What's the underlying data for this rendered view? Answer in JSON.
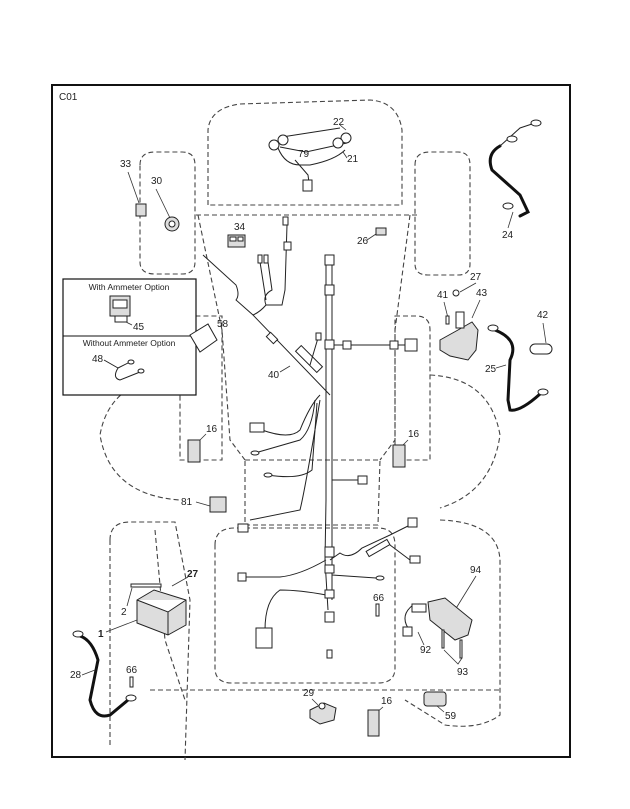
{
  "diagram": {
    "sheet_id": "C01",
    "option_box": {
      "with_ammeter_title": "With Ammeter Option",
      "with_ammeter_part": "45",
      "without_ammeter_title": "Without Ammeter Option",
      "without_ammeter_part": "48"
    },
    "callouts": [
      {
        "id": "22",
        "part": "headlight-bulb"
      },
      {
        "id": "79",
        "part": "headlight-harness"
      },
      {
        "id": "21",
        "part": "headlight-socket"
      },
      {
        "id": "33",
        "part": "connector"
      },
      {
        "id": "30",
        "part": "ignition-switch"
      },
      {
        "id": "34",
        "part": "switch"
      },
      {
        "id": "26",
        "part": "clip"
      },
      {
        "id": "24",
        "part": "cable-lead"
      },
      {
        "id": "27",
        "part": "nut"
      },
      {
        "id": "41",
        "part": "screw"
      },
      {
        "id": "43",
        "part": "solenoid"
      },
      {
        "id": "42",
        "part": "terminal-boot"
      },
      {
        "id": "25",
        "part": "cable"
      },
      {
        "id": "58",
        "part": "module"
      },
      {
        "id": "40",
        "part": "main-wire-harness"
      },
      {
        "id": "16",
        "part": "switch-left"
      },
      {
        "id": "16",
        "part": "switch-right"
      },
      {
        "id": "81",
        "part": "relay"
      },
      {
        "id": "27",
        "part": "battery-nut"
      },
      {
        "id": "2",
        "part": "battery-bolt"
      },
      {
        "id": "1",
        "part": "battery"
      },
      {
        "id": "28",
        "part": "ground-cable"
      },
      {
        "id": "66",
        "part": "screw-left"
      },
      {
        "id": "66",
        "part": "screw-center"
      },
      {
        "id": "94",
        "part": "pto-switch"
      },
      {
        "id": "92",
        "part": "pigtail-harness"
      },
      {
        "id": "93",
        "part": "screws"
      },
      {
        "id": "29",
        "part": "seat-switch"
      },
      {
        "id": "16",
        "part": "switch-bottom"
      },
      {
        "id": "59",
        "part": "fuse-holder"
      }
    ]
  }
}
